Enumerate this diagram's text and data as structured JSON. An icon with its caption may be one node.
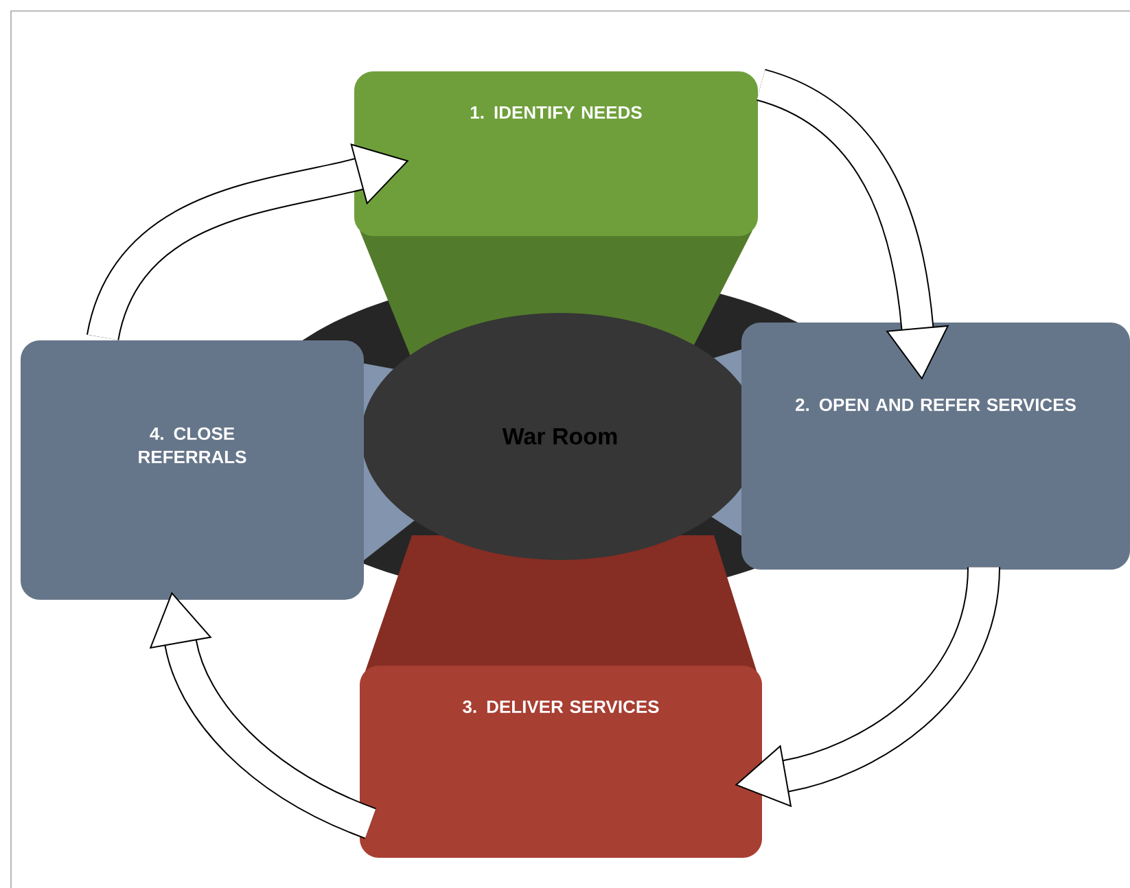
{
  "diagram": {
    "nodes": [
      {
        "text": [
          "1. IDENTIFY NEEDS"
        ]
      },
      {
        "text": [
          "2. OPEN AND REFER SERVICES"
        ]
      },
      {
        "text": [
          "3. DELIVER SERVICES"
        ]
      },
      {
        "text": [
          "4. CLOSE REFERRALS"
        ]
      },
      {
        "text": [
          "War Room"
        ]
      }
    ],
    "edges": [
      {
        "from": 0,
        "to": 1,
        "arrow": "to"
      },
      {
        "from": 1,
        "to": 2,
        "arrow": "to"
      },
      {
        "from": 2,
        "to": 3,
        "arrow": "to"
      },
      {
        "from": 3,
        "to": 0,
        "arrow": "to"
      }
    ]
  }
}
